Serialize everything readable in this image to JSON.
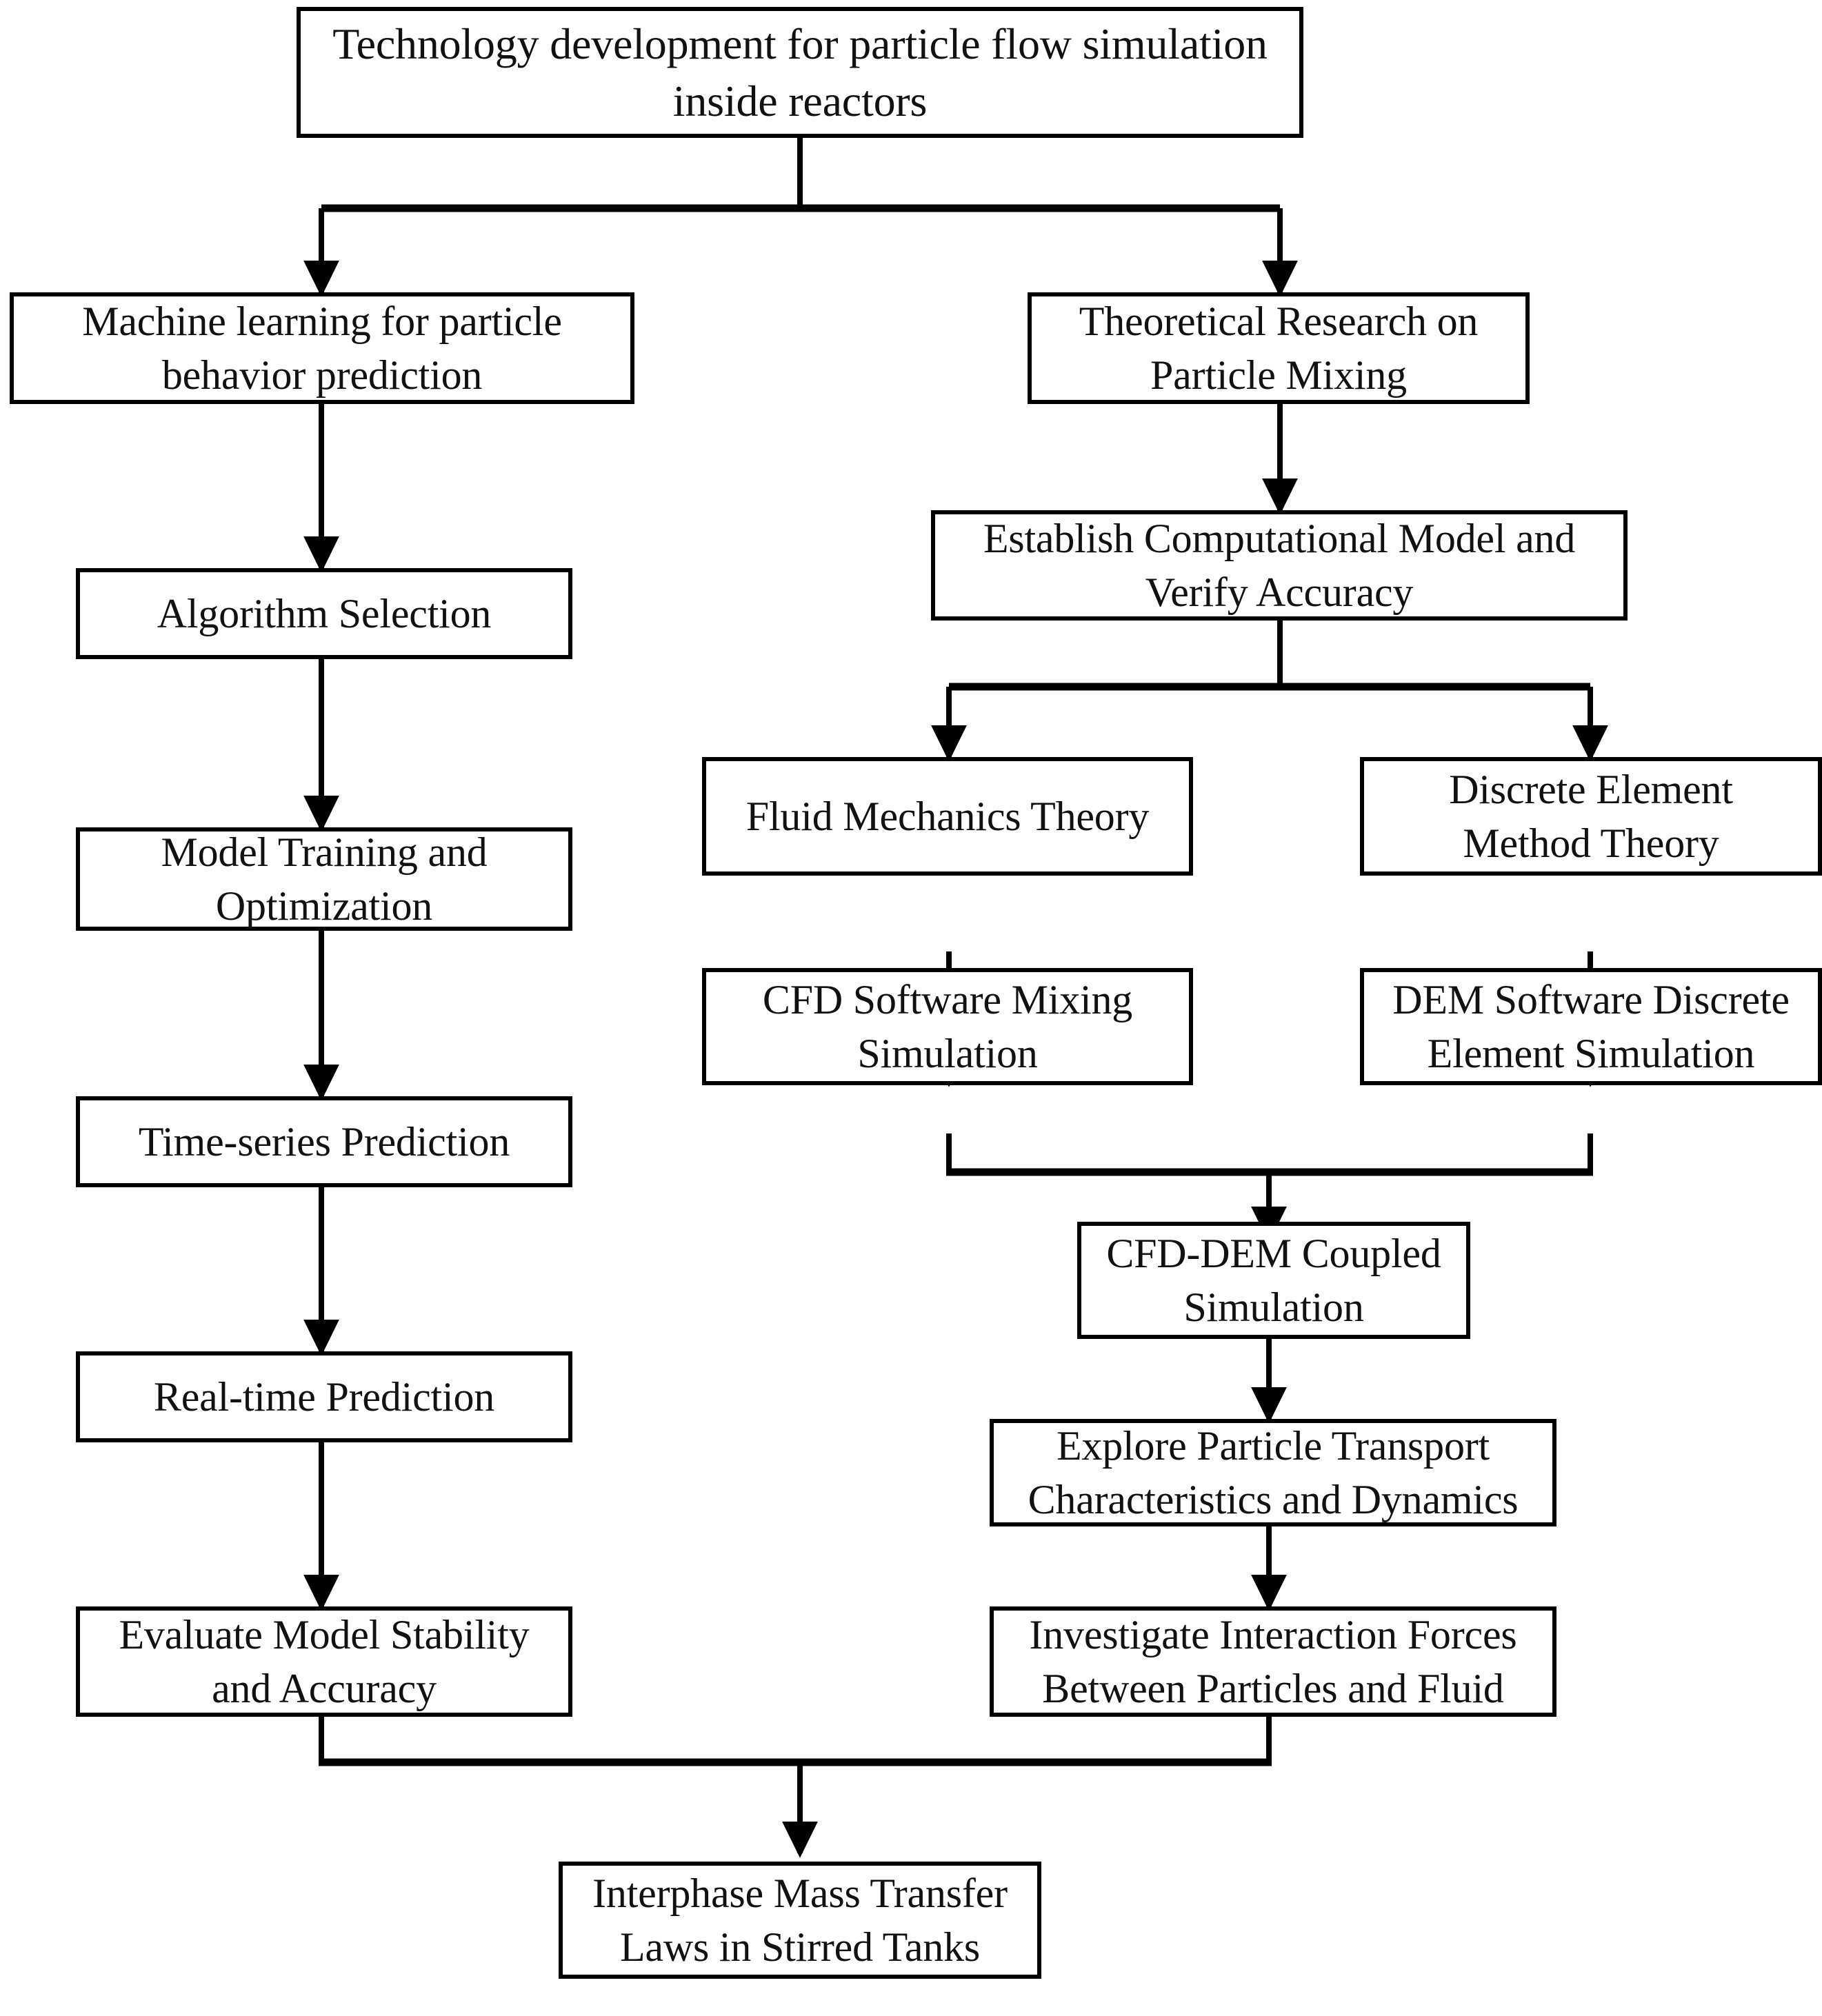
{
  "diagram": {
    "type": "flowchart",
    "orientation": "top-down",
    "background_color": "#ffffff",
    "line_color": "#000000",
    "text_color": "#111111",
    "nodes": {
      "root": "Technology development for particle flow simulation\ninside reactors",
      "ml_branch": "Machine learning for particle\nbehavior prediction",
      "algorithm_selection": "Algorithm Selection",
      "model_training": "Model Training and\nOptimization",
      "time_series": "Time-series Prediction",
      "real_time": "Real-time Prediction",
      "evaluate_model": "Evaluate Model Stability\nand Accuracy",
      "theory_branch": "Theoretical Research on\nParticle Mixing",
      "establish_model": "Establish Computational Model and\nVerify Accuracy",
      "fluid_theory": "Fluid Mechanics Theory",
      "dem_theory": "Discrete Element\nMethod Theory",
      "cfd_sim": "CFD Software Mixing\nSimulation",
      "dem_sim": "DEM Software Discrete\nElement Simulation",
      "cfd_dem_coupled": "CFD-DEM Coupled\nSimulation",
      "explore_transport": "Explore Particle Transport\nCharacteristics and Dynamics",
      "investigate_forces": "Investigate Interaction Forces\nBetween Particles and Fluid",
      "final_outcome": "Interphase Mass Transfer\nLaws in Stirred Tanks"
    },
    "edges": [
      {
        "from": "root",
        "to": "ml_branch"
      },
      {
        "from": "root",
        "to": "theory_branch"
      },
      {
        "from": "ml_branch",
        "to": "algorithm_selection"
      },
      {
        "from": "algorithm_selection",
        "to": "model_training"
      },
      {
        "from": "model_training",
        "to": "time_series"
      },
      {
        "from": "time_series",
        "to": "real_time"
      },
      {
        "from": "real_time",
        "to": "evaluate_model"
      },
      {
        "from": "theory_branch",
        "to": "establish_model"
      },
      {
        "from": "establish_model",
        "to": "fluid_theory"
      },
      {
        "from": "establish_model",
        "to": "dem_theory"
      },
      {
        "from": "fluid_theory",
        "to": "cfd_sim"
      },
      {
        "from": "dem_theory",
        "to": "dem_sim"
      },
      {
        "from": "cfd_sim",
        "to": "cfd_dem_coupled"
      },
      {
        "from": "dem_sim",
        "to": "cfd_dem_coupled"
      },
      {
        "from": "cfd_dem_coupled",
        "to": "explore_transport"
      },
      {
        "from": "explore_transport",
        "to": "investigate_forces"
      },
      {
        "from": "evaluate_model",
        "to": "final_outcome"
      },
      {
        "from": "investigate_forces",
        "to": "final_outcome"
      }
    ]
  }
}
